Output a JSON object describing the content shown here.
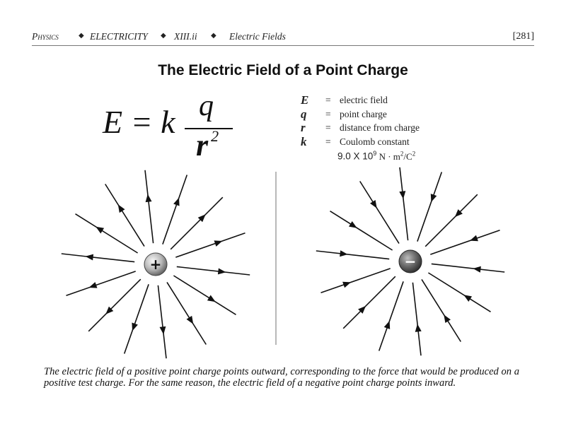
{
  "header": {
    "subject": "Physics",
    "section": "ELECTRICITY",
    "chapter": "XIII.ii",
    "topic": "Electric Fields",
    "separator": "◆",
    "page_number": "[281]"
  },
  "title": "The Electric Field of a Point Charge",
  "formula": {
    "lhs": "E = k",
    "numerator": "q",
    "denominator": "r",
    "exponent": "2"
  },
  "legend": [
    {
      "symbol": "E",
      "equals": "=",
      "description": "electric field"
    },
    {
      "symbol": "q",
      "equals": "=",
      "description": "point charge"
    },
    {
      "symbol": "r",
      "equals": "=",
      "description": "distance from charge"
    },
    {
      "symbol": "k",
      "equals": "=",
      "description": "Coulomb constant"
    }
  ],
  "constant": {
    "mantissa": "9.0 X 10",
    "exponent": "9",
    "units_prefix": " N · m",
    "units_exp1": "2",
    "units_mid": "/C",
    "units_exp2": "2"
  },
  "positive_charge": {
    "symbol": "+",
    "field_direction": "outward",
    "line_count": 14
  },
  "negative_charge": {
    "symbol": "−",
    "field_direction": "inward",
    "line_count": 14
  },
  "caption": "The electric field of a positive point charge points outward, corresponding to the force that would be produced on a positive test charge.  For the same reason, the electric field of a negative point charge points inward."
}
